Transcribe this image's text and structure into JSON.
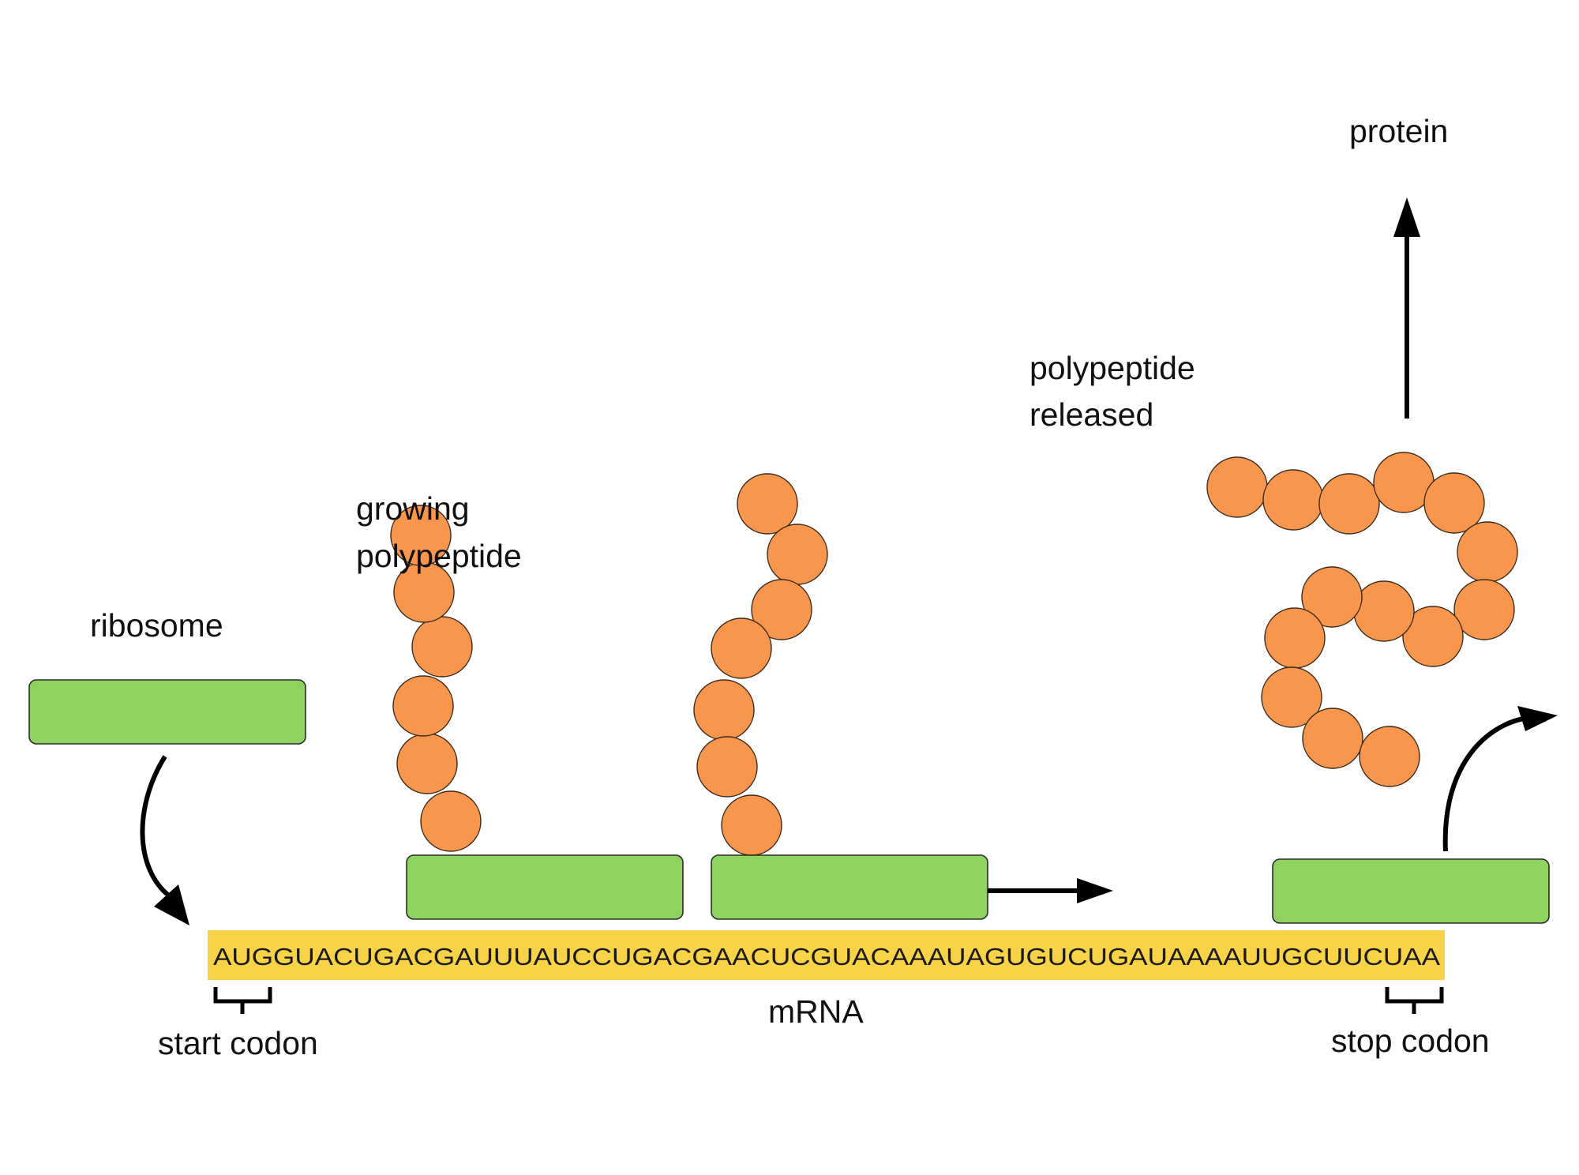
{
  "labels": {
    "ribosome": "ribosome",
    "growing_line1": "growing",
    "growing_line2": "polypeptide",
    "released_line1": "polypeptide",
    "released_line2": "released",
    "protein": "protein",
    "mrna": "mRNA",
    "start_codon": "start codon",
    "stop_codon": "stop codon"
  },
  "mrna_sequence": "AUGGUACUGACGAUUUAUCCUGACGAACUCGUACAAAUAGUGUCUGAUAAAAUUGCUUCUAA",
  "colors": {
    "ribosome": "#8ed35f",
    "amino_acid": "#f9964e",
    "mrna": "#f8d348",
    "arrow": "#000000"
  }
}
